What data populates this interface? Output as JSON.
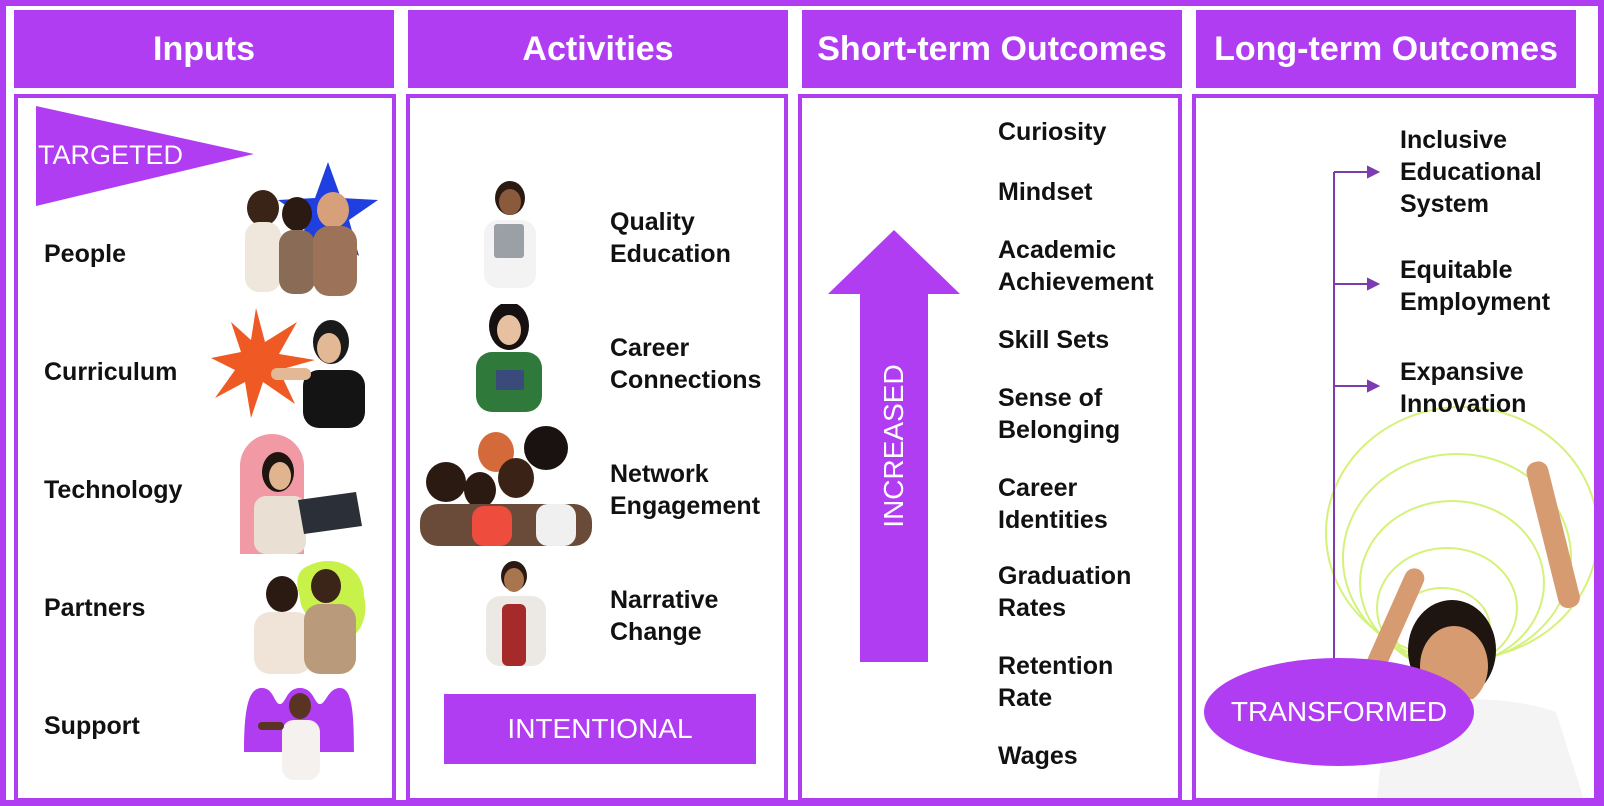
{
  "columns": [
    {
      "id": "inputs",
      "header": "Inputs"
    },
    {
      "id": "activities",
      "header": "Activities"
    },
    {
      "id": "short_term",
      "header": "Short-term Outcomes"
    },
    {
      "id": "long_term",
      "header": "Long-term Outcomes"
    }
  ],
  "inputs": {
    "tag": "TARGETED",
    "items": [
      "People",
      "Curriculum",
      "Technology",
      "Partners",
      "Support"
    ]
  },
  "activities": {
    "items": [
      {
        "line1": "Quality",
        "line2": "Education"
      },
      {
        "line1": "Career",
        "line2": "Connections"
      },
      {
        "line1": "Network",
        "line2": "Engagement"
      },
      {
        "line1": "Narrative",
        "line2": "Change"
      }
    ],
    "tag": "INTENTIONAL"
  },
  "short_term": {
    "arrow_label": "INCREASED",
    "items": [
      {
        "line1": "Curiosity",
        "line2": ""
      },
      {
        "line1": "Mindset",
        "line2": ""
      },
      {
        "line1": "Academic",
        "line2": "Achievement"
      },
      {
        "line1": "Skill Sets",
        "line2": ""
      },
      {
        "line1": "Sense of",
        "line2": "Belonging"
      },
      {
        "line1": "Career",
        "line2": "Identities"
      },
      {
        "line1": "Graduation",
        "line2": "Rates"
      },
      {
        "line1": "Retention",
        "line2": "Rate"
      },
      {
        "line1": "Wages",
        "line2": ""
      }
    ]
  },
  "long_term": {
    "items": [
      {
        "line1": "Inclusive",
        "line2": "Educational",
        "line3": "System"
      },
      {
        "line1": "Equitable",
        "line2": "Employment",
        "line3": ""
      },
      {
        "line1": "Expansive",
        "line2": "Innovation",
        "line3": ""
      }
    ],
    "tag": "TRANSFORMED"
  },
  "colors": {
    "accent": "#b13df2",
    "star_blue": "#1f3fe0",
    "burst_orange": "#ef5a24",
    "arch_pink": "#f19aa6",
    "blob_lime": "#c8f24a",
    "spiral_green": "#d4f27a"
  },
  "icons": {
    "star": "star-shape",
    "burst": "burst-shape",
    "arrow_up": "up-arrow",
    "bracket": "bracket-arrows"
  }
}
